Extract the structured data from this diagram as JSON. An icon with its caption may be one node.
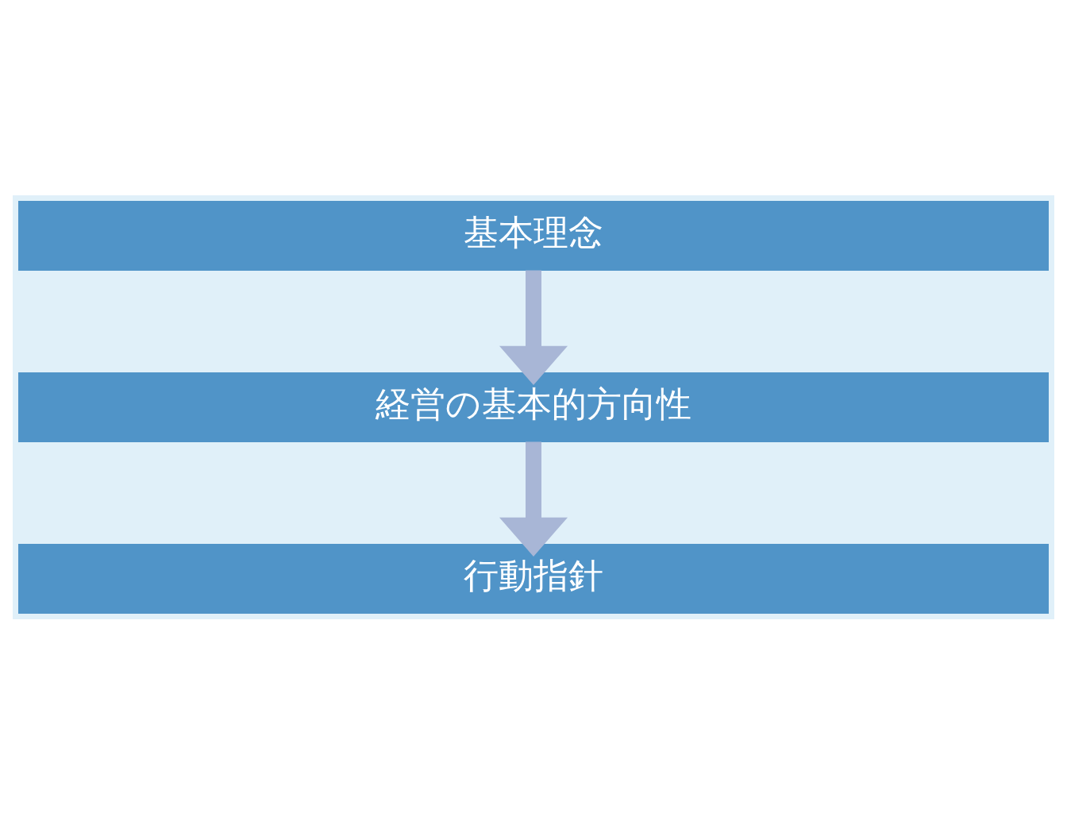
{
  "diagram": {
    "nodes": [
      {
        "text": [
          "基本理念"
        ]
      },
      {
        "text": [
          "経営の基本的方向性"
        ]
      },
      {
        "text": [
          "行動指針"
        ]
      }
    ],
    "edges": [
      {
        "from": 0,
        "to": 1,
        "arrow": "to"
      },
      {
        "from": 1,
        "to": 2,
        "arrow": "to"
      }
    ]
  }
}
